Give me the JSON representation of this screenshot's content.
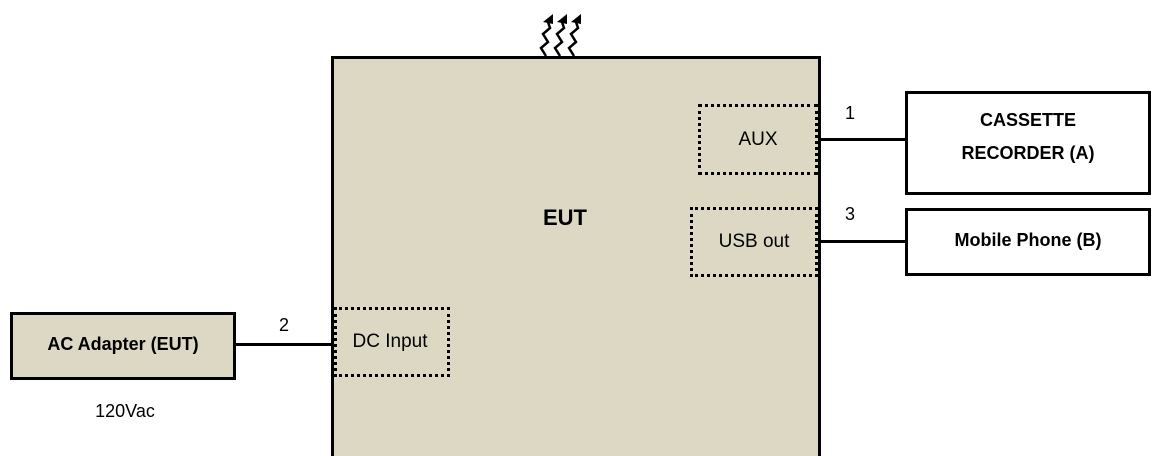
{
  "diagram": {
    "eut_label": "EUT",
    "ports": {
      "aux": "AUX",
      "usb_out": "USB out",
      "dc_input": "DC Input"
    },
    "devices": {
      "cassette_line1": "CASSETTE",
      "cassette_line2": "RECORDER (A)",
      "mobile_phone": "Mobile Phone (B)",
      "ac_adapter": "AC Adapter (EUT)"
    },
    "cables": {
      "aux_cable": "1",
      "dc_cable": "2",
      "usb_cable": "3"
    },
    "supply_voltage": "120Vac",
    "icons": [
      "radiation-arrows-icon"
    ]
  }
}
